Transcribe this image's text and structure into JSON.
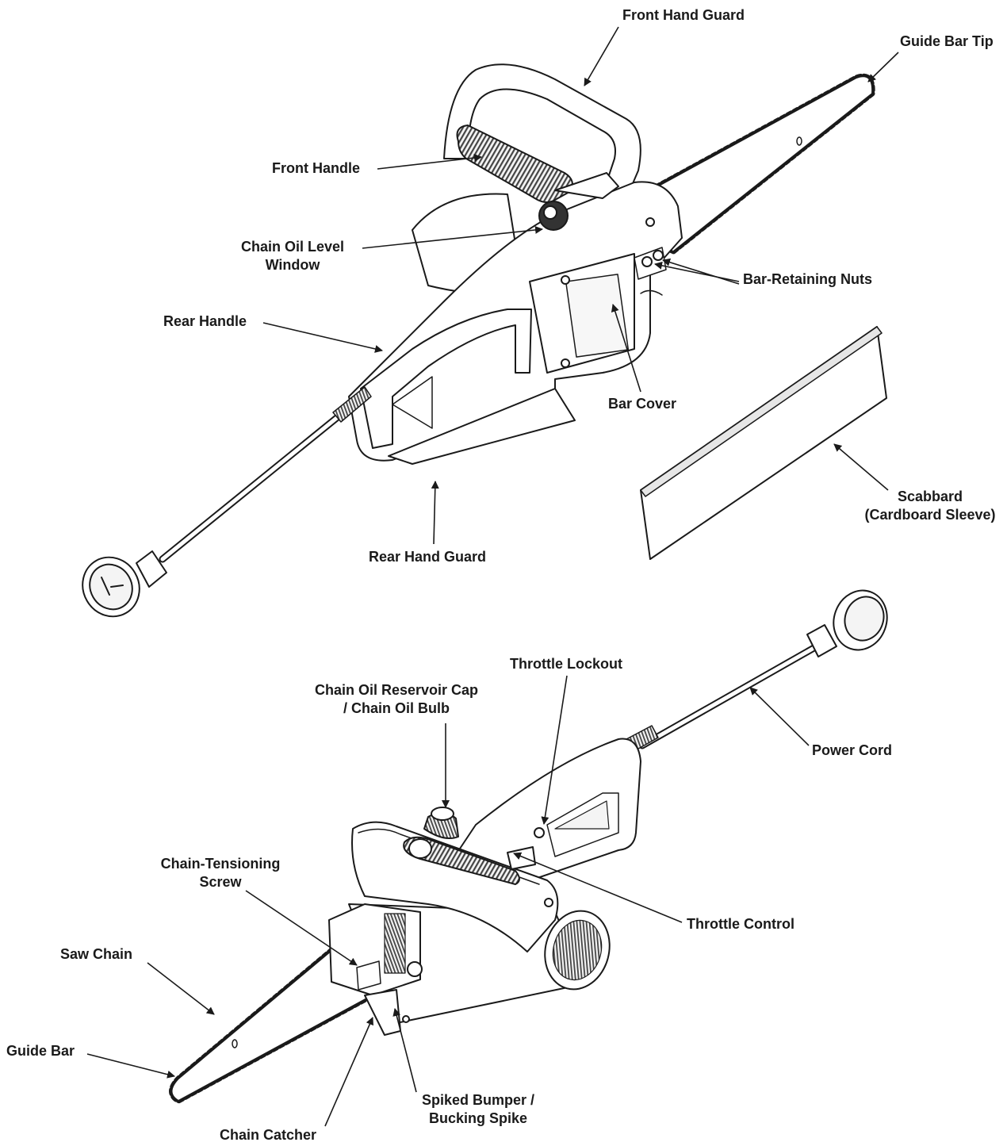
{
  "colors": {
    "ink": "#1a1a1a",
    "paper": "#ffffff",
    "metal": "#f2f2f2",
    "shade": "#555555"
  },
  "labels": {
    "front_hand_guard": "Front Hand Guard",
    "guide_bar_tip": "Guide Bar Tip",
    "front_handle": "Front Handle",
    "chain_oil_level_window_1": "Chain Oil Level",
    "chain_oil_level_window_2": "Window",
    "bar_retaining_nuts": "Bar-Retaining Nuts",
    "rear_handle": "Rear Handle",
    "bar_cover": "Bar Cover",
    "scabbard_1": "Scabbard",
    "scabbard_2": "(Cardboard Sleeve)",
    "rear_hand_guard": "Rear Hand Guard",
    "throttle_lockout": "Throttle Lockout",
    "chain_oil_reservoir_cap_1": "Chain Oil Reservoir Cap",
    "chain_oil_reservoir_cap_2": "/ Chain Oil Bulb",
    "power_cord": "Power Cord",
    "chain_tensioning_screw_1": "Chain-Tensioning",
    "chain_tensioning_screw_2": "Screw",
    "throttle_control": "Throttle Control",
    "saw_chain": "Saw Chain",
    "guide_bar": "Guide Bar",
    "spiked_bumper_1": "Spiked Bumper /",
    "spiked_bumper_2": "Bucking Spike",
    "chain_catcher": "Chain Catcher"
  }
}
